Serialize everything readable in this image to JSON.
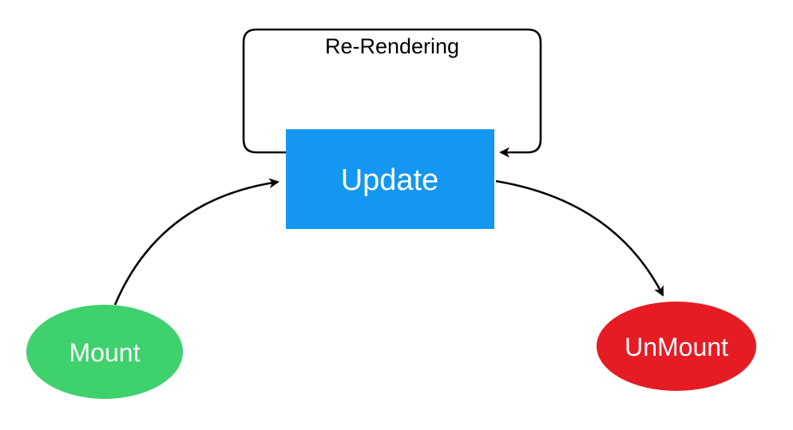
{
  "diagram": {
    "background_color": "#ffffff",
    "line_color": "#000000",
    "loop": {
      "label": "Re-Rendering",
      "type": "self-loop",
      "attached_to": "Update"
    },
    "nodes": {
      "mount": {
        "label": "Mount",
        "shape": "ellipse",
        "fill": "#3FD16E",
        "text_color": "#ffffff"
      },
      "update": {
        "label": "Update",
        "shape": "rectangle",
        "fill": "#1497F0",
        "text_color": "#ffffff"
      },
      "unmount": {
        "label": "UnMount",
        "shape": "ellipse",
        "fill": "#E51C23",
        "text_color": "#ffffff"
      }
    },
    "edges": [
      {
        "from": "Mount",
        "to": "Update"
      },
      {
        "from": "Update",
        "to": "UnMount"
      },
      {
        "from": "Update",
        "to": "Update",
        "label": "Re-Rendering"
      }
    ]
  }
}
